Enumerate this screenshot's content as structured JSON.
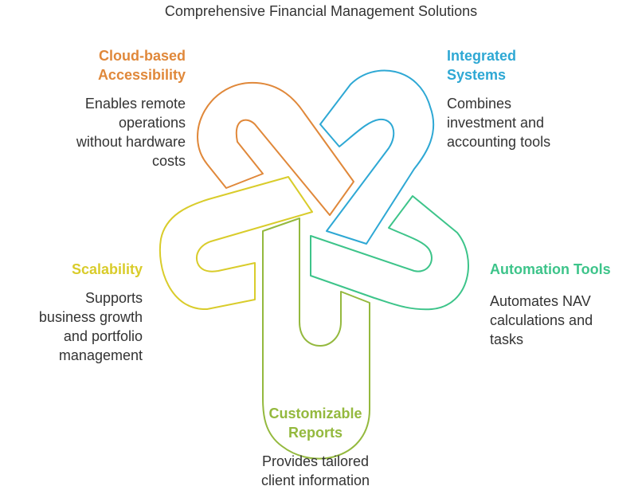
{
  "title": "Comprehensive Financial Management Solutions",
  "colors": {
    "cloud": "#E0883A",
    "integrated": "#2EA8D4",
    "automation": "#3DC48A",
    "customizable": "#94B93E",
    "scalability": "#D9CC2B"
  },
  "items": {
    "cloud": {
      "heading": [
        "Cloud-based",
        "Accessibility"
      ],
      "description": [
        "Enables remote",
        "operations",
        "without hardware",
        "costs"
      ]
    },
    "integrated": {
      "heading": [
        "Integrated",
        "Systems"
      ],
      "description": [
        "Combines",
        "investment and",
        "accounting tools"
      ]
    },
    "automation": {
      "heading": [
        "Automation Tools"
      ],
      "description": [
        "Automates NAV",
        "calculations and",
        "tasks"
      ]
    },
    "customizable": {
      "heading": [
        "Customizable",
        "Reports"
      ],
      "description": [
        "Provides tailored",
        "client information"
      ]
    },
    "scalability": {
      "heading": [
        "Scalability"
      ],
      "description": [
        "Supports",
        "business growth",
        "and portfolio",
        "management"
      ]
    }
  }
}
